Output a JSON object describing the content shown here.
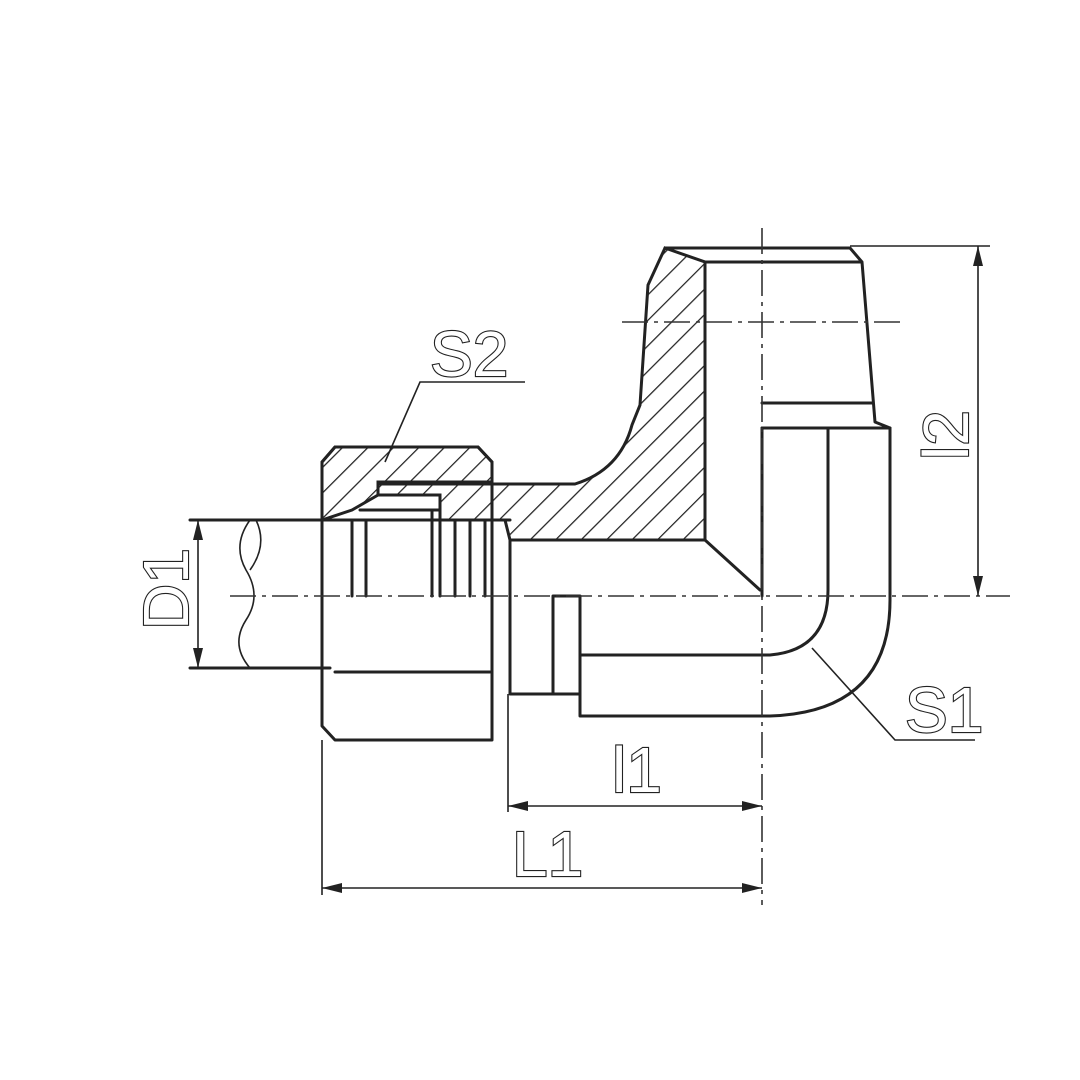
{
  "labels": {
    "s2": "S2",
    "s1": "S1",
    "d1": "D1",
    "l1": "l1",
    "l2": "l2",
    "L1": "L1"
  },
  "colors": {
    "line": "#222222",
    "background": "#ffffff"
  }
}
